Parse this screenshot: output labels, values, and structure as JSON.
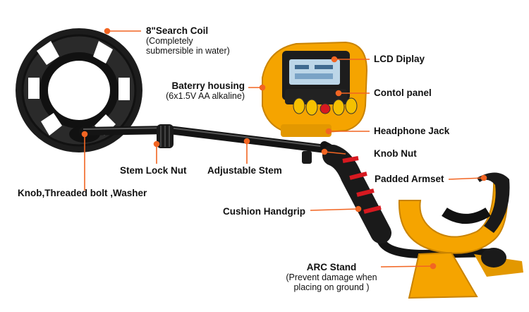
{
  "callouts": {
    "search_coil": {
      "title": "8\"Search Coil",
      "sub1": "(Completely",
      "sub2": "submersible in water)"
    },
    "battery": {
      "title": "Baterry housing",
      "sub1": "(6x1.5V AA alkaline)"
    },
    "lcd": {
      "title": "LCD Diplay"
    },
    "control": {
      "title": "Contol panel"
    },
    "headphone": {
      "title": "Headphone Jack"
    },
    "knob_nut": {
      "title": "Knob Nut"
    },
    "stem_lock": {
      "title": "Stem Lock Nut"
    },
    "stem": {
      "title": "Adjustable Stem"
    },
    "armset": {
      "title": "Padded Armset"
    },
    "knob_bolt": {
      "title": "Knob,Threaded bolt ,Washer"
    },
    "handgrip": {
      "title": "Cushion Handgrip"
    },
    "arc": {
      "title": "ARC Stand",
      "sub1": "(Prevent damage when",
      "sub2": "placing on ground )"
    }
  },
  "colors": {
    "accent": "#f26522",
    "yellow": "#f5a400",
    "black": "#1a1a1a",
    "red_band": "#d71920"
  }
}
